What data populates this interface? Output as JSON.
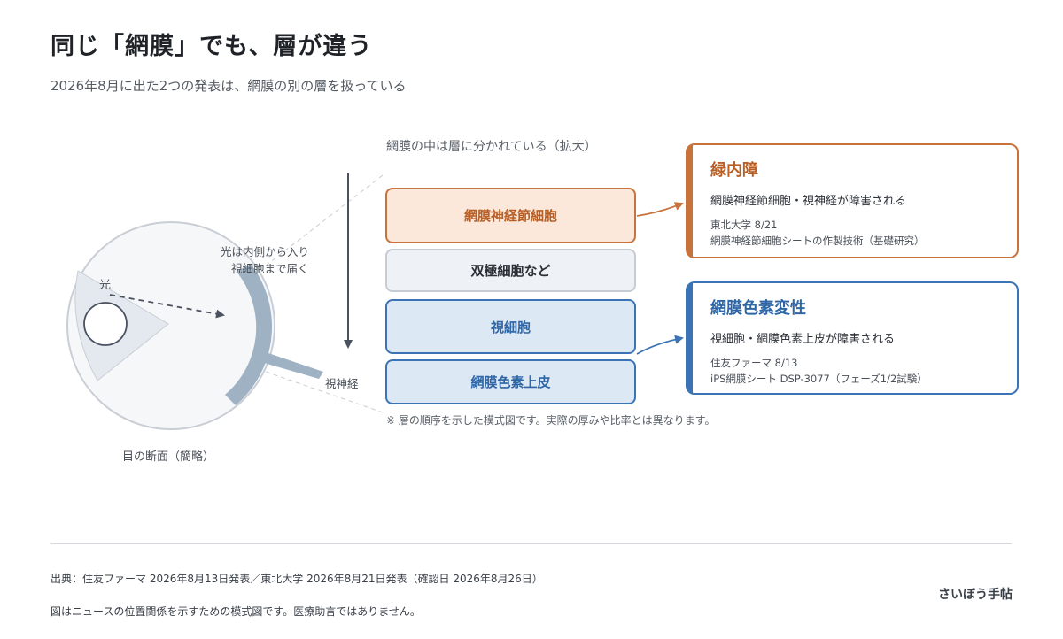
{
  "header": {
    "title": "同じ「網膜」でも、層が違う",
    "subtitle": "2026年8月に出た2つの発表は、網膜の別の層を扱っている"
  },
  "eye": {
    "light_label": "光",
    "inner_note_line1": "光は内側から入り",
    "inner_note_line2": "視細胞まで届く",
    "optic_nerve_label": "視神経",
    "caption": "目の断面（簡略）"
  },
  "layers": {
    "caption": "網膜の中は層に分かれている（拡大）",
    "items": [
      {
        "label": "網膜神経節細胞"
      },
      {
        "label": "双極細胞など"
      },
      {
        "label": "視細胞"
      },
      {
        "label": "網膜色素上皮"
      }
    ],
    "note": "※ 層の順序を示した模式図です。実際の厚みや比率とは異なります。"
  },
  "cards": [
    {
      "title": "緑内障",
      "description": "網膜神経節細胞・視神経が障害される",
      "source": "東北大学 8/21",
      "detail": "網膜神経節細胞シートの作製技術（基礎研究）"
    },
    {
      "title": "網膜色素変性",
      "description": "視細胞・網膜色素上皮が障害される",
      "source": "住友ファーマ 8/13",
      "detail": "iPS網膜シート DSP-3077（フェーズ1/2試験）"
    }
  ],
  "footer": {
    "source": "出典：住友ファーマ 2026年8月13日発表／東北大学 2026年8月21日発表（確認日 2026年8月26日）",
    "disclaimer": "図はニュースの位置関係を示すための模式図です。医療助言ではありません。",
    "brand": "さいぼう手帖"
  },
  "colors": {
    "orange": "#c8733c",
    "blue": "#3b73b4",
    "gray": "#c6ccd4"
  }
}
